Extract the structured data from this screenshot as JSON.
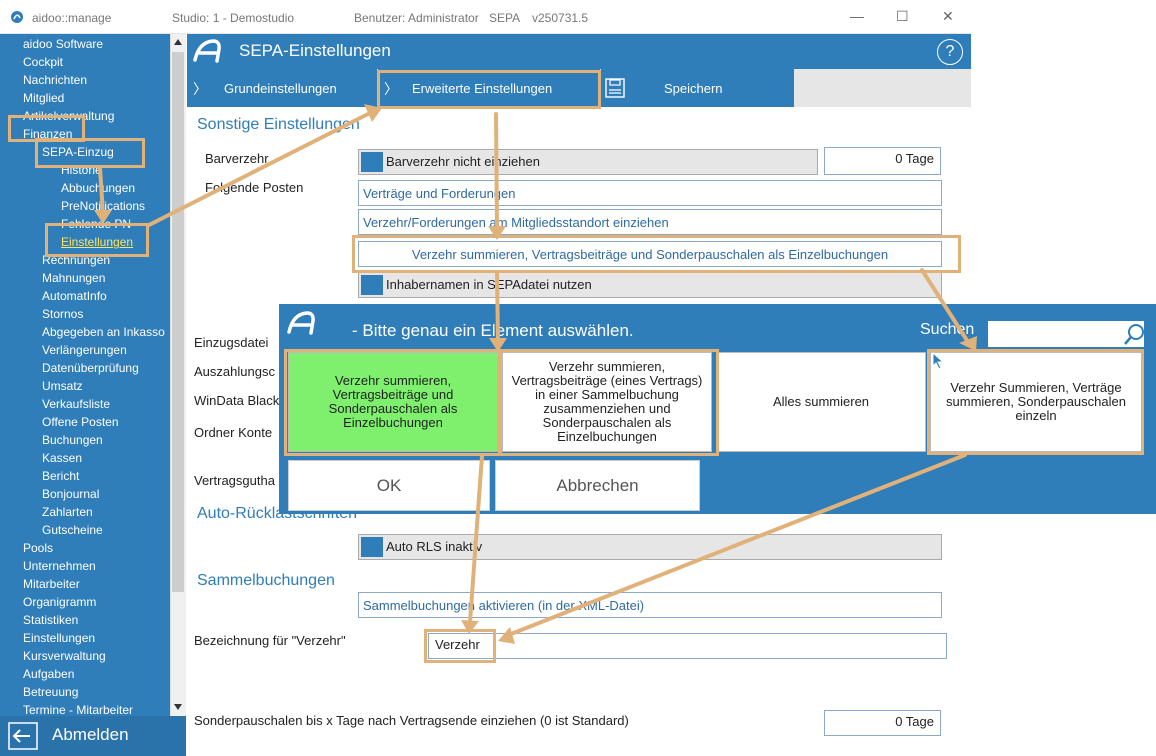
{
  "titlebar": {
    "app": "aidoo::manage",
    "studio": "Studio: 1 - Demostudio",
    "user": "Benutzer: Administrator",
    "mode": "SEPA",
    "version": "v250731.5",
    "minimize": "—",
    "maximize": "☐",
    "close": "✕"
  },
  "sidebar": {
    "items": [
      "aidoo Software",
      "Cockpit",
      "Nachrichten",
      "Mitglied",
      "Artikelverwaltung",
      "Finanzen",
      "SEPA-Einzug",
      "Historie",
      "Abbuchungen",
      "PreNotifications",
      "Fehlende PN",
      "Einstellungen",
      "Rechnungen",
      "Mahnungen",
      "AutomatInfo",
      "Stornos",
      "Abgegeben an Inkasso",
      "Verlängerungen",
      "Datenüberprüfung",
      "Umsatz",
      "Verkaufsliste",
      "Offene Posten",
      "Buchungen",
      "Kassen",
      "Bericht",
      "Bonjournal",
      "Zahlarten",
      "Gutscheine",
      "Pools",
      "Unternehmen",
      "Mitarbeiter",
      "Organigramm",
      "Statistiken",
      "Einstellungen",
      "Kursverwaltung",
      "Aufgaben",
      "Betreuung",
      "Termine - Mitarbeiter"
    ],
    "logout": "Abmelden"
  },
  "header": {
    "title": "SEPA-Einstellungen",
    "help": "?"
  },
  "tabs": {
    "basic": "Grundeinstellungen",
    "advanced": "Erweiterte Einstellungen",
    "save": "Speichern"
  },
  "main": {
    "sec_other": "Sonstige Einstellungen",
    "lbl_barverzehr": "Barverzehr",
    "toggle_barverzehr": "Barverzehr nicht einziehen",
    "barverzehr_days": "0 Tage",
    "lbl_posten": "Folgende Posten",
    "field_vertraege": "Verträge und Forderungen",
    "field_standort": "Verzehr/Forderungen am Mitgliedsstandort einziehen",
    "field_summieren": "Verzehr summieren, Vertragsbeiträge und Sonderpauschalen als Einzelbuchungen",
    "toggle_inhaber": "Inhabernamen in SEPAdatei nutzen",
    "lbl_einzugsdatei": "Einzugsdatei",
    "lbl_auszahlung": "Auszahlungsc",
    "lbl_windata": "WinData Black",
    "lbl_ordner": "Ordner Konte",
    "lbl_vertragsguthaben": "Vertragsgutha",
    "sec_rls": "Auto-Rücklastschriften",
    "toggle_rls": "Auto RLS inaktiv",
    "sec_sammel": "Sammelbuchungen",
    "field_sammel": "Sammelbuchungen aktivieren (in der XML-Datei)",
    "lbl_bezeichnung": "Bezeichnung für \"Verzehr\"",
    "value_bezeichnung": "Verzehr",
    "lbl_sonder": "Sonderpauschalen bis x Tage nach Vertragsende einziehen (0 ist Standard)",
    "sonder_days": "0 Tage"
  },
  "dialog": {
    "title": "- Bitte genau ein Element auswählen.",
    "search_label": "Suchen",
    "search_value": "",
    "options": [
      "Verzehr summieren, Vertragsbeiträge und Sonderpauschalen als Einzelbuchungen",
      "Verzehr summieren, Vertragsbeiträge (eines Vertrags) in einer Sammelbuchung zusammenziehen und Sonderpauschalen als Einzelbuchungen",
      "Alles summieren",
      "Verzehr Summieren, Verträge summieren, Sonderpauschalen einzeln"
    ],
    "ok": "OK",
    "cancel": "Abbrechen"
  },
  "colors": {
    "accent": "#2f7db9",
    "selected": "#7ef06e",
    "highlight": "#e0b27a"
  }
}
